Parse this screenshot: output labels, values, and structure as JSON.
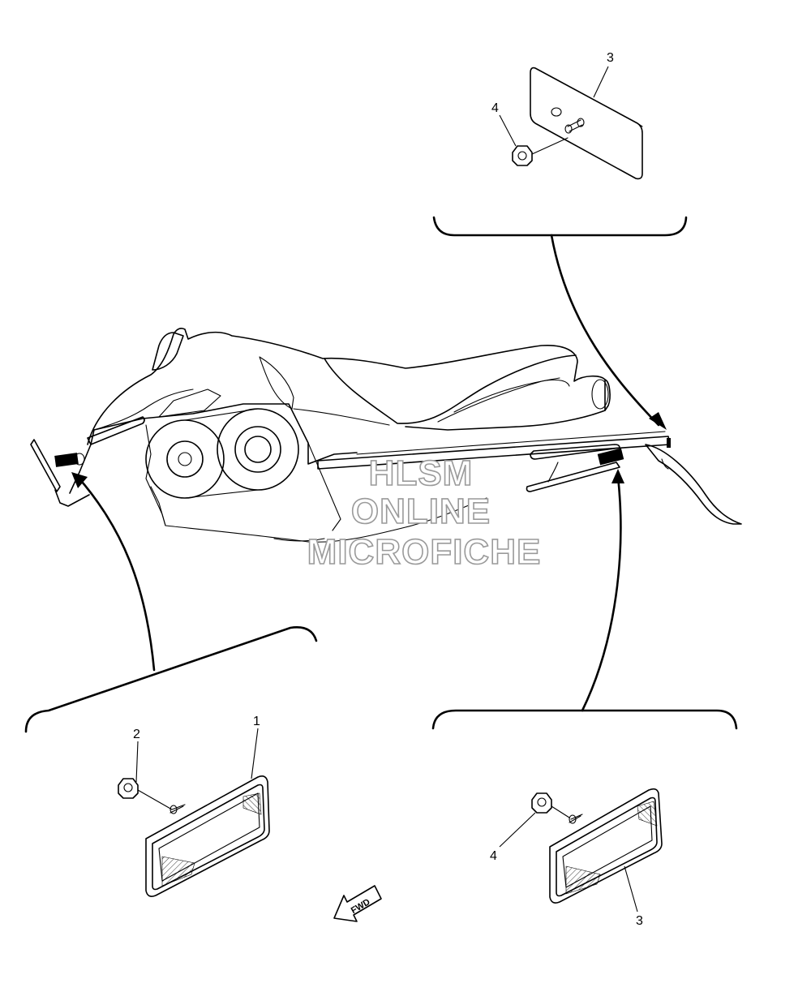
{
  "watermark": {
    "line1": "HLSM",
    "line2": "ONLINE",
    "line3": "MICROFICHE",
    "color": "#9a9a9a"
  },
  "callouts": {
    "top_reflector": "3",
    "top_nut": "4",
    "front_reflector": "1",
    "front_nut": "2",
    "rear_reflector": "3",
    "rear_nut": "4"
  },
  "direction_indicator": {
    "label": "FWD",
    "icon": "forward-arrow-icon"
  },
  "colors": {
    "line": "#000000",
    "background": "#ffffff"
  }
}
